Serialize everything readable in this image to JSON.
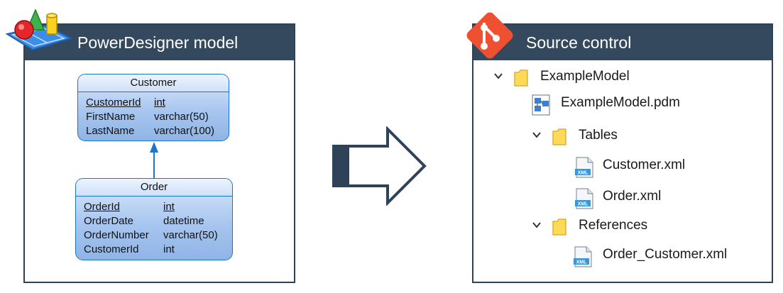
{
  "left_panel": {
    "title": "PowerDesigner model",
    "icon": "powerdesigner-logo-icon",
    "entities": [
      {
        "name": "Customer",
        "attributes": [
          {
            "name": "CustomerId",
            "type": "int",
            "primary_key": true
          },
          {
            "name": "FirstName",
            "type": "varchar(50)",
            "primary_key": false
          },
          {
            "name": "LastName",
            "type": "varchar(100)",
            "primary_key": false
          }
        ]
      },
      {
        "name": "Order",
        "attributes": [
          {
            "name": "OrderId",
            "type": "int",
            "primary_key": true
          },
          {
            "name": "OrderDate",
            "type": "datetime",
            "primary_key": false
          },
          {
            "name": "OrderNumber",
            "type": "varchar(50)",
            "primary_key": false
          },
          {
            "name": "CustomerId",
            "type": "int",
            "primary_key": false
          }
        ]
      }
    ],
    "relationship": {
      "from": "Order",
      "to": "Customer"
    }
  },
  "arrow": {
    "icon": "right-arrow-icon"
  },
  "right_panel": {
    "title": "Source control",
    "icon": "git-logo-icon",
    "tree": [
      {
        "label": "ExampleModel",
        "icon": "folder-icon",
        "expanded": true
      },
      {
        "label": "ExampleModel.pdm",
        "icon": "pdm-file-icon"
      },
      {
        "label": "Tables",
        "icon": "folder-icon",
        "expanded": true
      },
      {
        "label": "Customer.xml",
        "icon": "xml-file-icon"
      },
      {
        "label": "Order.xml",
        "icon": "xml-file-icon"
      },
      {
        "label": "References",
        "icon": "folder-icon",
        "expanded": true
      },
      {
        "label": "Order_Customer.xml",
        "icon": "xml-file-icon"
      }
    ]
  },
  "colors": {
    "header_bg": "#34495e",
    "entity_border": "#1976c9",
    "git_orange": "#f05032",
    "folder_yellow": "#ffd95a"
  }
}
